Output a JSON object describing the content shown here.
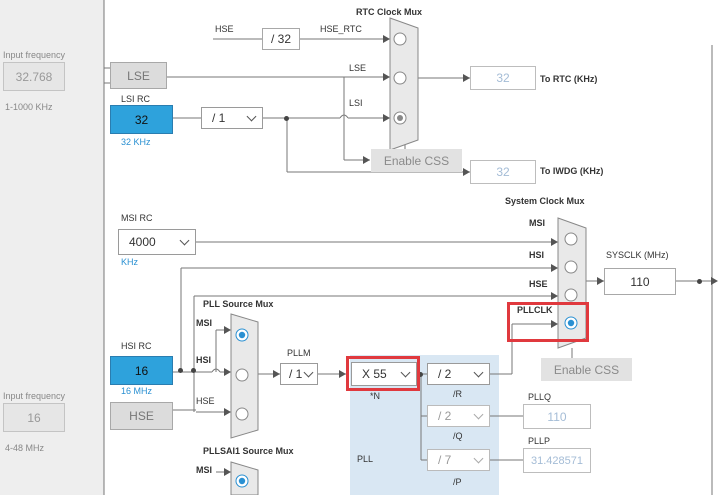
{
  "left_panel": {
    "input_freq_label": "Input frequency",
    "lse_value": "32.768",
    "lse_range": "1-1000 KHz",
    "hse_label": "Input frequency",
    "hse_value": "16",
    "hse_range": "4-48 MHz"
  },
  "rtc_mux": {
    "title": "RTC Clock Mux",
    "hse_label": "HSE",
    "div32": "/ 32",
    "hse_rtc": "HSE_RTC",
    "lse_label": "LSE",
    "lsi_label": "LSI",
    "rtc_value": "32",
    "to_rtc": "To RTC (KHz)",
    "enable_css": "Enable CSS",
    "iwdg_value": "32",
    "to_iwdg": "To IWDG (KHz)"
  },
  "sources": {
    "lse": "LSE",
    "lsi_rc": "LSI RC",
    "lsi_value": "32",
    "lsi_unit": "32 KHz",
    "lsi_div": "/ 1",
    "msi_rc": "MSI RC",
    "msi_value": "4000",
    "msi_unit": "KHz",
    "hsi_rc": "HSI RC",
    "hsi_value": "16",
    "hsi_unit": "16 MHz",
    "hse": "HSE"
  },
  "sys_mux": {
    "title": "System Clock Mux",
    "msi": "MSI",
    "hsi": "HSI",
    "hse": "HSE",
    "pllclk": "PLLCLK",
    "sysclk_label": "SYSCLK (MHz)",
    "sysclk_value": "110",
    "enable_css": "Enable CSS"
  },
  "pll": {
    "source_mux_title": "PLL Source Mux",
    "msi": "MSI",
    "hsi": "HSI",
    "hse": "HSE",
    "pllm_label": "PLLM",
    "pllm_value": "/ 1",
    "n_value": "X 55",
    "n_label": "*N",
    "r_value": "/ 2",
    "r_label": "/R",
    "q_value": "/ 2",
    "q_label": "/Q",
    "p_value": "/ 7",
    "p_label": "/P",
    "pll_label": "PLL",
    "pllq_label": "PLLQ",
    "pllq_value": "110",
    "pllp_label": "PLLP",
    "pllp_value": "31.428571"
  },
  "pllsai1": {
    "title": "PLLSAI1 Source Mux",
    "msi": "MSI"
  },
  "colors": {
    "source_blue": "#2ea2dc",
    "highlight_red": "#e0393e",
    "radio_blue": "#2a90d2",
    "pll_panel": "#d9e7f3"
  }
}
